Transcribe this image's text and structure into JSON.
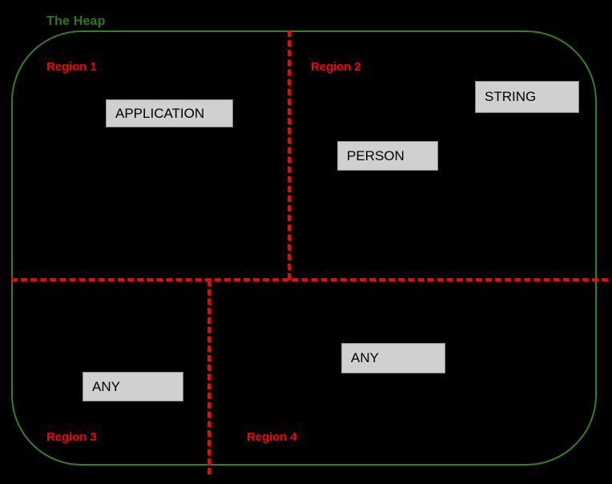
{
  "diagram": {
    "title": "The Heap",
    "title_color": "#2f7a1f",
    "boundary_color": "#3a7d22",
    "divider_color": "#ff0000",
    "object_fill": "#d0d0d0",
    "object_border": "#8a8a8a",
    "background": "#000000",
    "regions": [
      {
        "id": "region-1",
        "label": "Region 1"
      },
      {
        "id": "region-2",
        "label": "Region 2"
      },
      {
        "id": "region-3",
        "label": "Region 3"
      },
      {
        "id": "region-4",
        "label": "Region 4"
      }
    ],
    "objects": [
      {
        "id": "application",
        "label": "APPLICATION",
        "region": "Region 1"
      },
      {
        "id": "string",
        "label": "STRING",
        "region": "Region 2"
      },
      {
        "id": "person",
        "label": "PERSON",
        "region": "Region 2"
      },
      {
        "id": "any-region3",
        "label": "ANY",
        "region": "Region 3"
      },
      {
        "id": "any-region4",
        "label": "ANY",
        "region": "Region 4"
      }
    ]
  }
}
